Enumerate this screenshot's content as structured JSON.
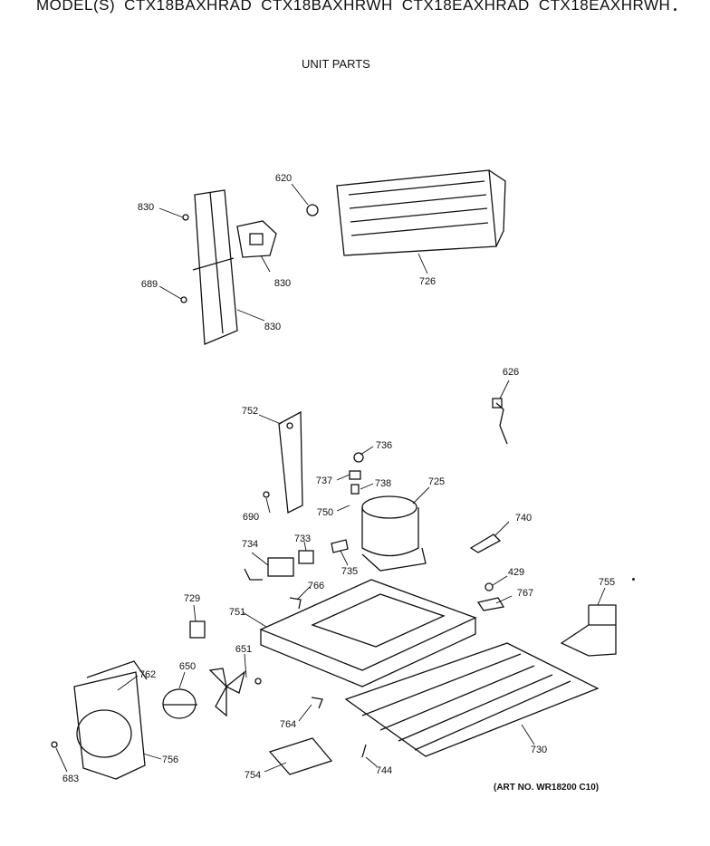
{
  "header": {
    "prefix": "MODEL(S)",
    "models": [
      "CTX18BAXHRAD",
      "CTX18BAXHRWH",
      "CTX18EAXHRAD",
      "CTX18EAXHRWH"
    ]
  },
  "section_title": "UNIT PARTS",
  "art_number": "(ART NO. WR18200 C10)",
  "callouts": {
    "c830a": "830",
    "c830b": "830",
    "c830c": "830",
    "c689": "689",
    "c620": "620",
    "c726": "726",
    "c626": "626",
    "c752": "752",
    "c736": "736",
    "c737": "737",
    "c738": "738",
    "c725": "725",
    "c750": "750",
    "c690": "690",
    "c740": "740",
    "c734": "734",
    "c733": "733",
    "c735": "735",
    "c429": "429",
    "c766": "766",
    "c767": "767",
    "c755": "755",
    "c729": "729",
    "c751": "751",
    "c651": "651",
    "c762": "762",
    "c650": "650",
    "c764": "764",
    "c730": "730",
    "c756": "756",
    "c683": "683",
    "c754": "754",
    "c744": "744"
  }
}
